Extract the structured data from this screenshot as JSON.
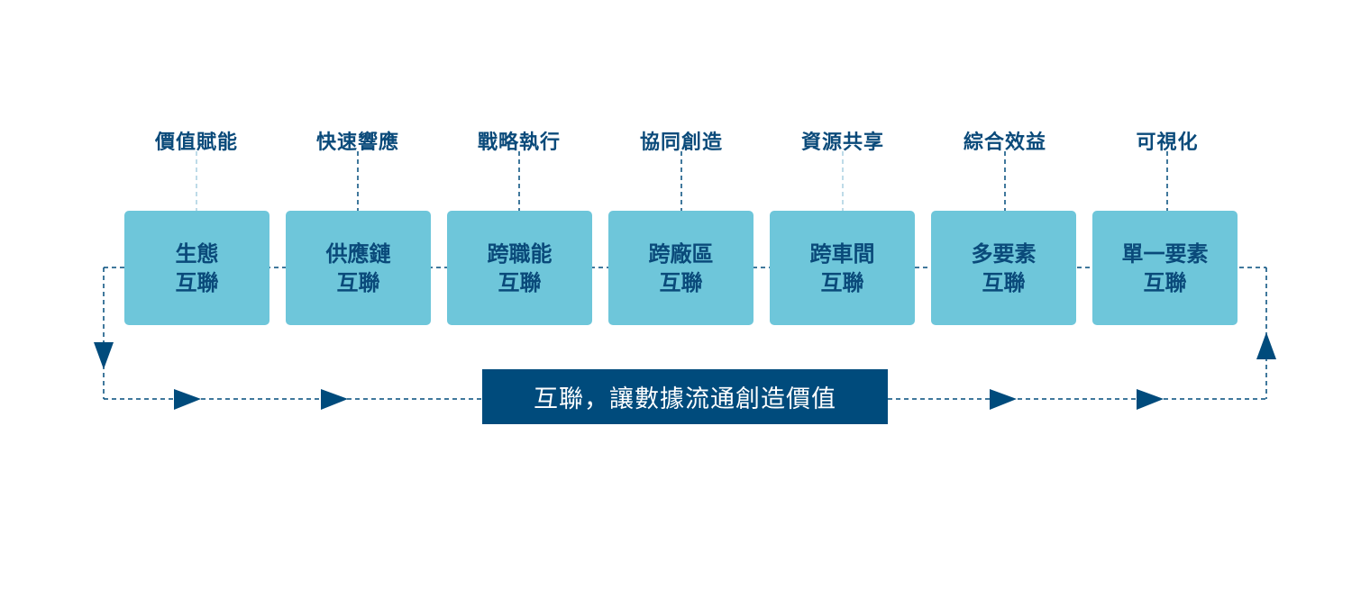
{
  "colors": {
    "dark": "#004b7c",
    "box": "#6ec6da"
  },
  "stages": [
    {
      "benefit": "價值賦能",
      "line1": "生態",
      "line2": "互聯"
    },
    {
      "benefit": "快速響應",
      "line1": "供應鏈",
      "line2": "互聯"
    },
    {
      "benefit": "戰略執行",
      "line1": "跨職能",
      "line2": "互聯"
    },
    {
      "benefit": "協同創造",
      "line1": "跨廠區",
      "line2": "互聯"
    },
    {
      "benefit": "資源共享",
      "line1": "跨車間",
      "line2": "互聯"
    },
    {
      "benefit": "綜合效益",
      "line1": "多要素",
      "line2": "互聯"
    },
    {
      "benefit": "可視化",
      "line1": "單一要素",
      "line2": "互聯"
    }
  ],
  "banner": "互聯，讓數據流通創造價值"
}
